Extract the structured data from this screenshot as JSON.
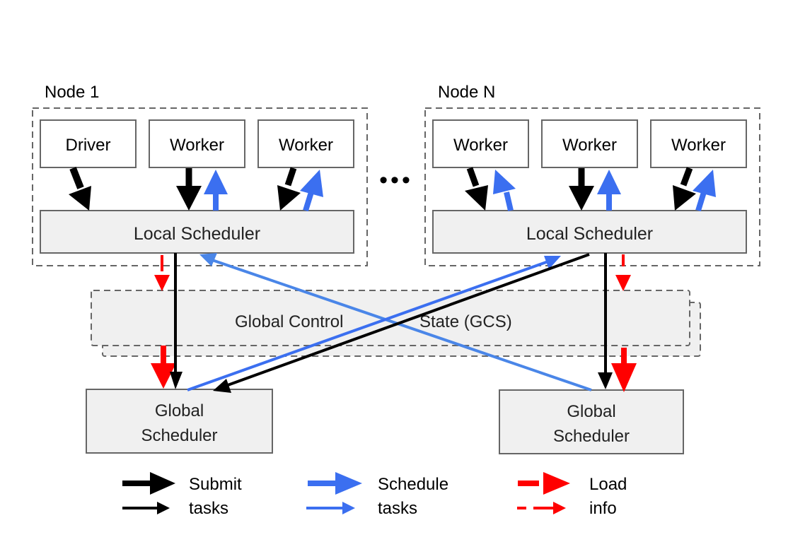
{
  "nodes": [
    {
      "label": "Node 1",
      "processes": [
        "Driver",
        "Worker",
        "Worker"
      ],
      "local_scheduler": "Local Scheduler"
    },
    {
      "label": "Node N",
      "processes": [
        "Worker",
        "Worker",
        "Worker"
      ],
      "local_scheduler": "Local Scheduler"
    }
  ],
  "ellipsis": "•••",
  "gcs": {
    "label_left": "Global Control",
    "label_right": "State (GCS)"
  },
  "global_schedulers": [
    {
      "line1": "Global",
      "line2": "Scheduler"
    },
    {
      "line1": "Global",
      "line2": "Scheduler"
    }
  ],
  "legend": {
    "submit": {
      "line1": "Submit",
      "line2": "tasks",
      "color": "#000000"
    },
    "schedule": {
      "line1": "Schedule",
      "line2": "tasks",
      "color": "#3b6ff0"
    },
    "load": {
      "line1": "Load",
      "line2": "info",
      "color": "#ff0000"
    }
  },
  "colors": {
    "box_fill": "#f0f0f0",
    "box_border": "#666666",
    "submit": "#000000",
    "schedule": "#3b6ff0",
    "schedule_light": "#4a86e8",
    "load": "#ff0000"
  }
}
